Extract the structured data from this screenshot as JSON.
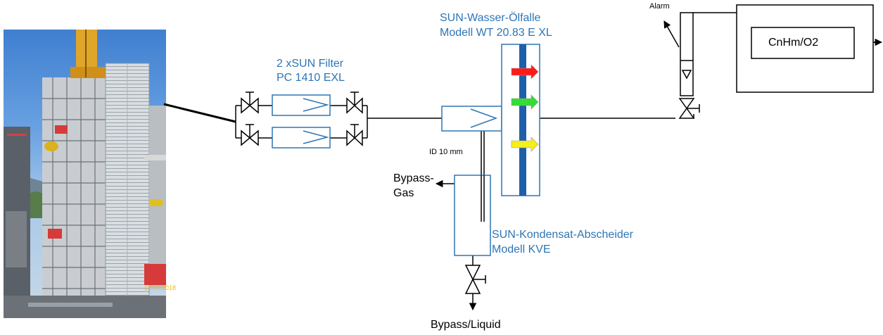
{
  "photo": {
    "description_icon": "industrial-plant-photo",
    "date_stamp": "12.06.2018"
  },
  "filters": {
    "line1": "2 xSUN Filter",
    "line2": "PC 1410 EXL"
  },
  "trap": {
    "line1": "SUN-Wasser-Ölfalle",
    "line2": "Modell WT 20.83 E XL"
  },
  "alarm_label": "Alarm",
  "analyzer_label": "CnHm/O2",
  "id_label": "ID 10 mm",
  "bypass_gas": {
    "line1": "Bypass-",
    "line2": "Gas"
  },
  "separator": {
    "line1": "SUN-Kondensat-Abscheider",
    "line2": "Modell KVE"
  },
  "bypass_liquid": "Bypass/Liquid",
  "colors": {
    "label_blue": "#2E75B6",
    "component_blue": "#2E75B6",
    "column_blue": "#1f5fa8",
    "arrow_red": "#ff1a1a",
    "arrow_green": "#33dd33",
    "arrow_yellow": "#f5ef1a"
  }
}
